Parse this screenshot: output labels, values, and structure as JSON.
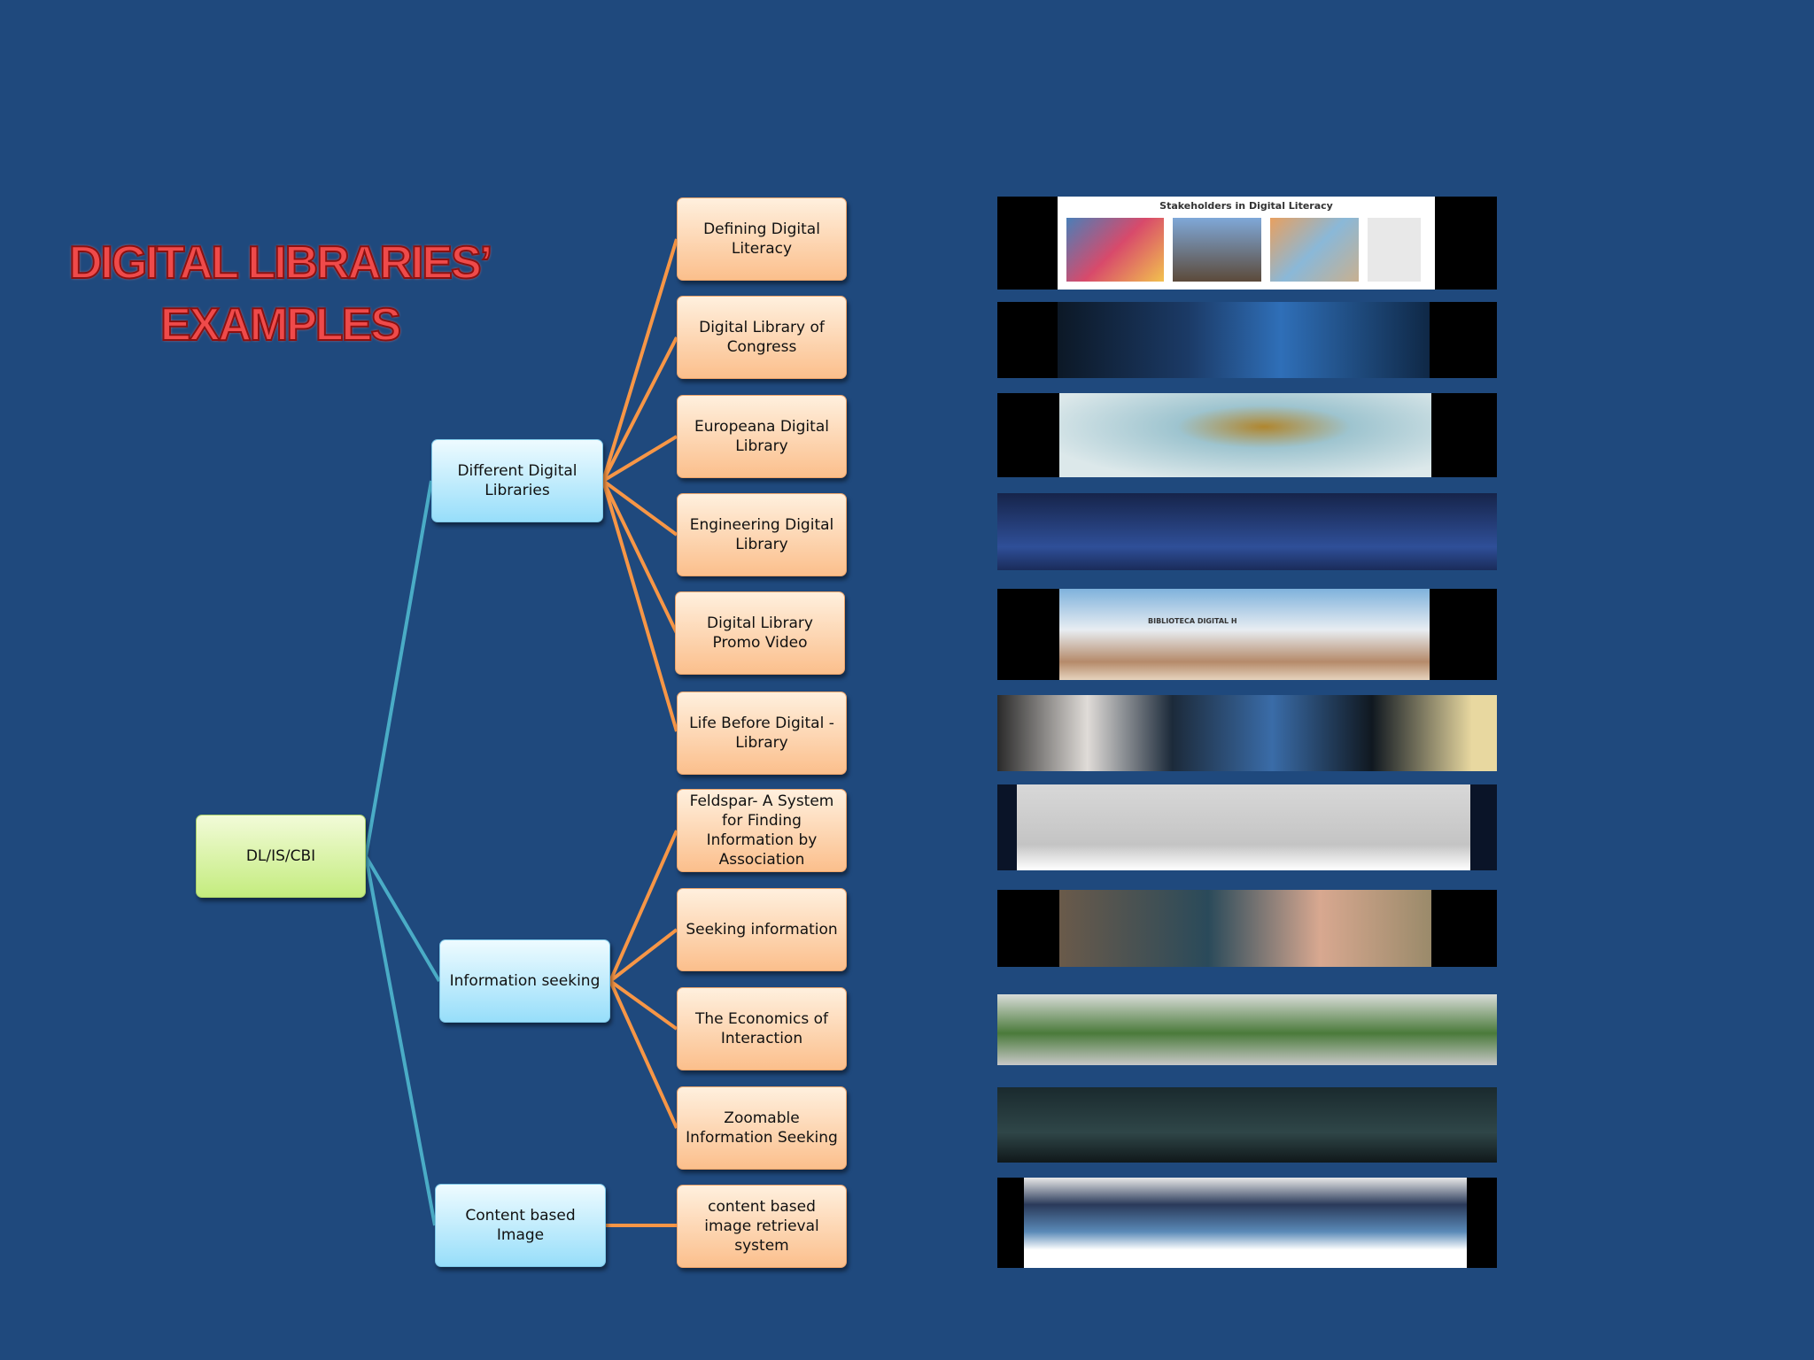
{
  "title": {
    "line1": "DIGITAL LIBRARIES’",
    "line2": "EXAMPLES"
  },
  "diagram": {
    "root": {
      "label": "DL/IS/CBI"
    },
    "branches": [
      {
        "label": "Different Digital Libraries",
        "leaves": [
          "Defining Digital Literacy",
          "Digital Library of Congress",
          "Europeana Digital Library",
          "Engineering Digital Library",
          "Digital Library Promo Video",
          "Life Before Digital - Library"
        ]
      },
      {
        "label": "Information seeking",
        "leaves": [
          "Feldspar- A System for Finding Information by Association",
          "Seeking information",
          "The Economics of Interaction",
          "Zoomable Information Seeking"
        ]
      },
      {
        "label": "Content based Image",
        "leaves": [
          "content based image retrieval system"
        ]
      }
    ]
  },
  "thumbnails": {
    "stakeholders_caption": "Stakeholders in Digital Literacy",
    "promo_caption": "BIBLIOTECA DIGITAL H"
  },
  "colors": {
    "background": "#1f497d",
    "title": "#ef4a4a",
    "blue_connector": "#4aacc6",
    "orange_connector": "#f79646"
  }
}
